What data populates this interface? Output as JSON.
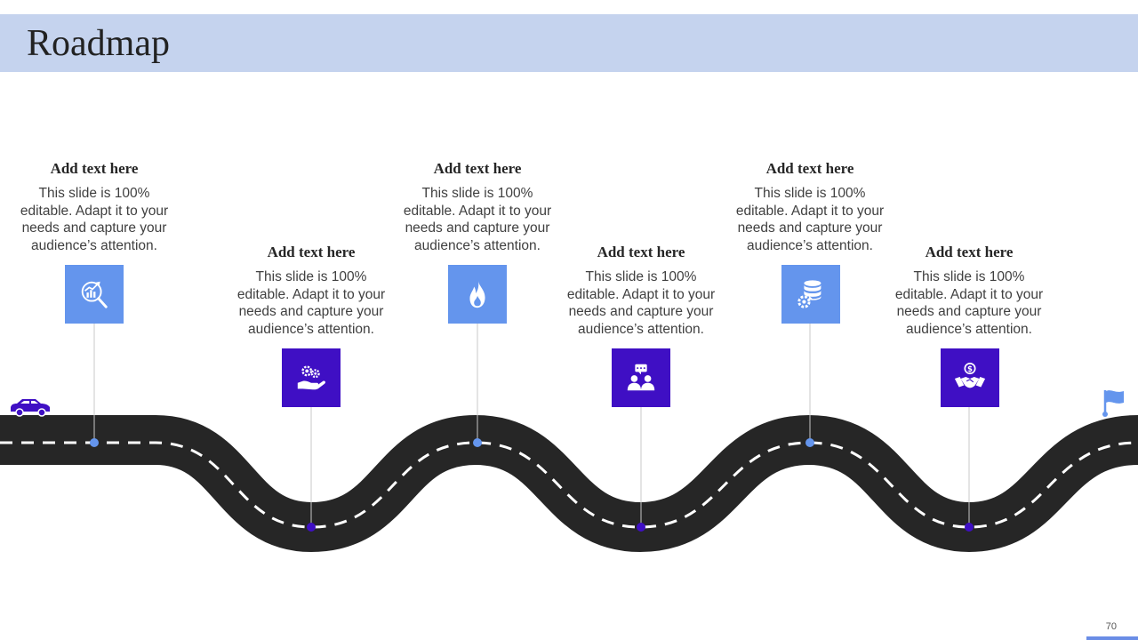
{
  "slide": {
    "title": "Roadmap",
    "page_number": "70"
  },
  "colors": {
    "header_bg": "#c5d3ee",
    "light_blue": "#6495ed",
    "dark_violet": "#3f0fc4",
    "road": "#262626",
    "lane_marking": "#ffffff"
  },
  "milestones": [
    {
      "heading": "Add text here",
      "line1": "This slide is 100%",
      "line2": "editable. Adapt it to your",
      "line3": "needs and capture your",
      "line4": "audience’s attention.",
      "icon": "growth-chart-magnifier-icon",
      "color": "light_blue"
    },
    {
      "heading": "Add text here",
      "line1": "This slide is 100%",
      "line2": "editable. Adapt it to your",
      "line3": "needs and capture your",
      "line4": "audience’s attention.",
      "icon": "hand-gears-icon",
      "color": "dark_violet"
    },
    {
      "heading": "Add text here",
      "line1": "This slide is 100%",
      "line2": "editable. Adapt it to your",
      "line3": "needs and capture your",
      "line4": "audience’s attention.",
      "icon": "flame-icon",
      "color": "light_blue"
    },
    {
      "heading": "Add text here",
      "line1": "This slide is 100%",
      "line2": "editable. Adapt it to your",
      "line3": "needs and capture your",
      "line4": "audience’s attention.",
      "icon": "team-chat-icon",
      "color": "dark_violet"
    },
    {
      "heading": "Add text here",
      "line1": "This slide is 100%",
      "line2": "editable. Adapt it to your",
      "line3": "needs and capture your",
      "line4": "audience’s attention.",
      "icon": "database-gear-icon",
      "color": "light_blue"
    },
    {
      "heading": "Add text here",
      "line1": "This slide is 100%",
      "line2": "editable. Adapt it to your",
      "line3": "needs and capture your",
      "line4": "audience’s attention.",
      "icon": "handshake-dollar-icon",
      "color": "dark_violet"
    }
  ],
  "decorations": {
    "start_icon": "car-icon",
    "finish_icon": "flag-icon"
  }
}
